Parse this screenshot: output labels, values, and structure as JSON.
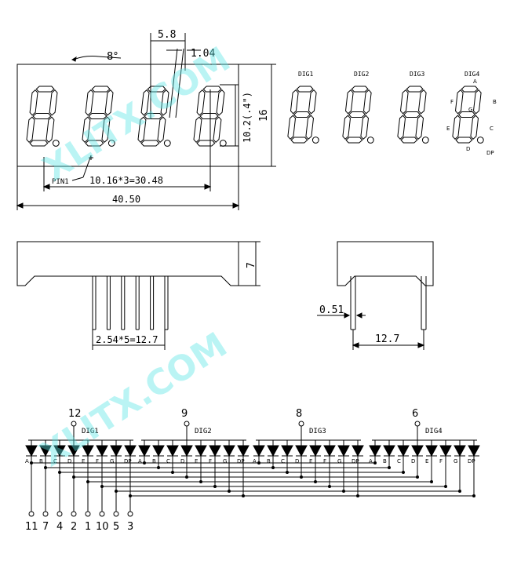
{
  "front": {
    "angle_label": "8°",
    "seg_w_label": "5.8",
    "seg_t_label": "1.04",
    "digit_h_label": "10.2(.4\")",
    "height_label": "16",
    "pin1_label": "PIN1",
    "pitch_label": "10.16*3=30.48",
    "width_label": "40.50"
  },
  "digits": {
    "names": [
      "DIG1",
      "DIG2",
      "DIG3",
      "DIG4"
    ],
    "seg_labels": {
      "a": "A",
      "b": "B",
      "c": "C",
      "d": "D",
      "e": "E",
      "f": "F",
      "g": "G",
      "dp": "DP"
    }
  },
  "side": {
    "depth_label": "7",
    "pin_pitch_label": "2.54*5=12.7",
    "pin_dia_label": "0.51",
    "row_label": "12.7"
  },
  "schematic": {
    "common_pins": [
      "12",
      "9",
      "8",
      "6"
    ],
    "dig_labels": [
      "DIG1",
      "DIG2",
      "DIG3",
      "DIG4"
    ],
    "seg_names": [
      "A",
      "B",
      "C",
      "D",
      "E",
      "F",
      "G",
      "DP"
    ],
    "bottom_pins": [
      "11",
      "7",
      "4",
      "2",
      "1",
      "10",
      "5",
      "3"
    ]
  },
  "watermark": "XLITX.COM",
  "colors": {
    "line": "#000000",
    "watermark": "#5de6e6"
  }
}
